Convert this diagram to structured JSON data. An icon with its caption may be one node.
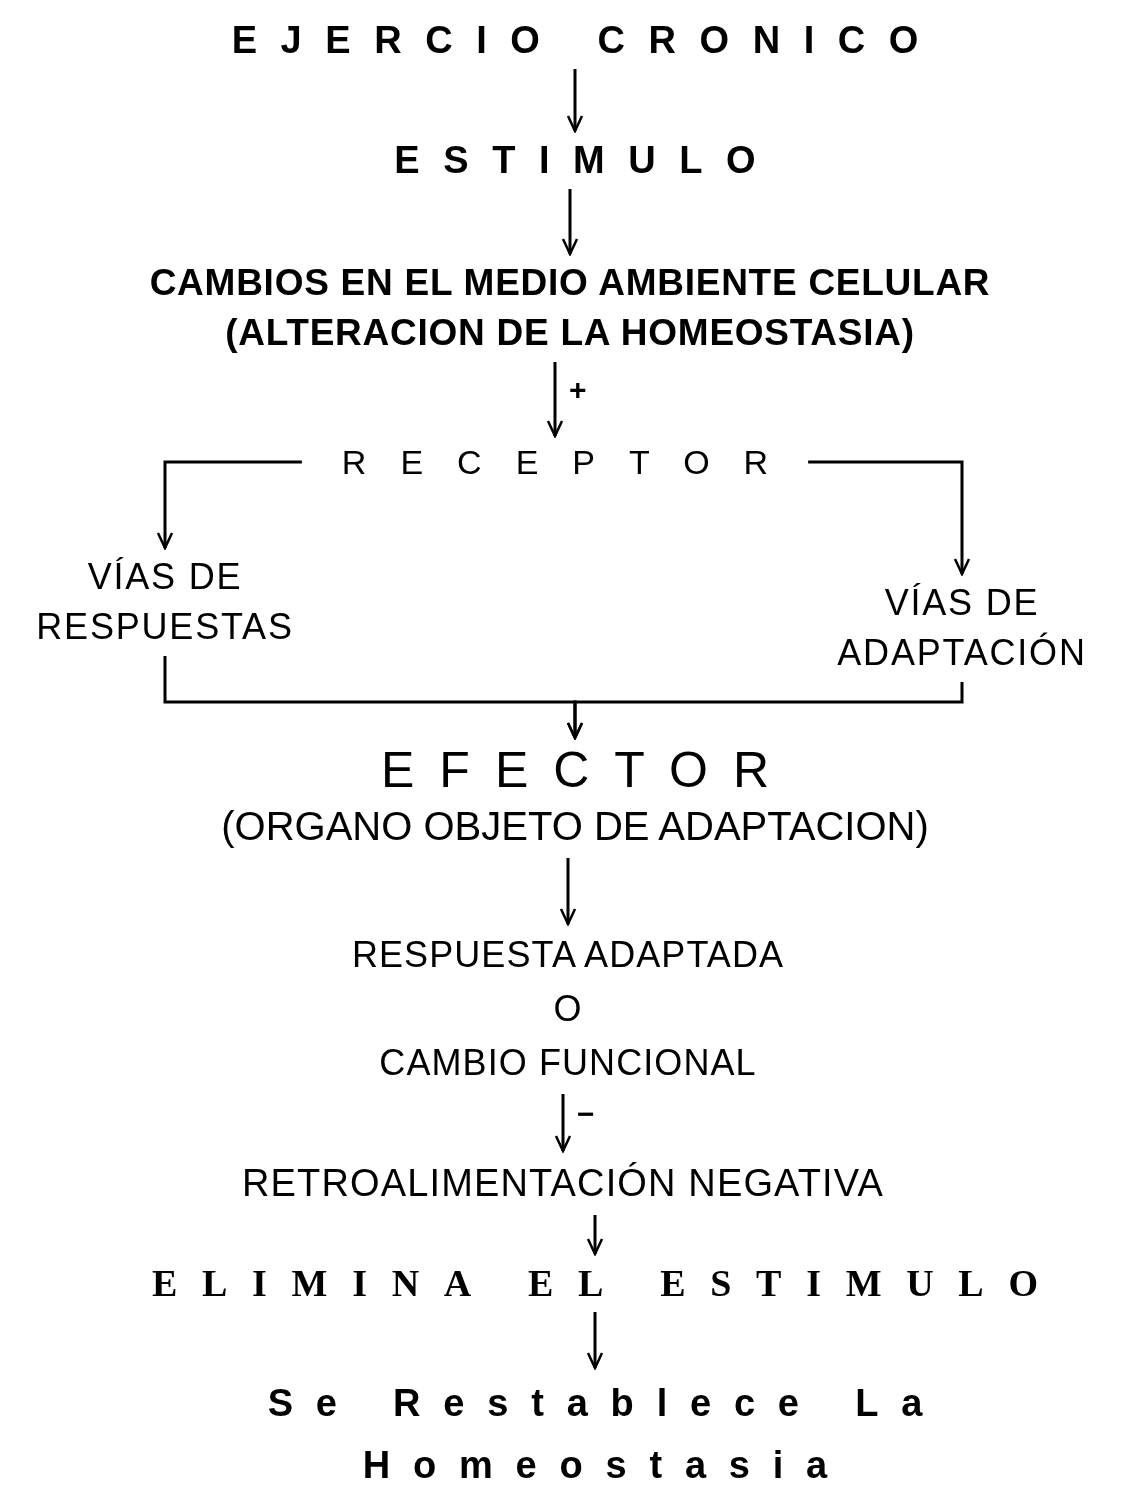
{
  "diagram": {
    "nodes": [
      {
        "text": [
          "EJERCIO CRONICO"
        ]
      },
      {
        "text": [
          "ESTIMULO"
        ]
      },
      {
        "text": [
          "CAMBIOS EN EL MEDIO AMBIENTE CELULAR",
          "(ALTERACION DE LA HOMEOSTASIA)"
        ]
      },
      {
        "text": [
          "RECEPTOR"
        ]
      },
      {
        "text": [
          "VÍAS DE RESPUESTAS"
        ]
      },
      {
        "text": [
          "VÍAS DE ADAPTACIÓN"
        ]
      },
      {
        "text": [
          "EFECTOR",
          "(ORGANO OBJETO DE ADAPTACION)"
        ]
      },
      {
        "text": [
          "RESPUESTA ADAPTADA",
          "O",
          "CAMBIO FUNCIONAL"
        ]
      },
      {
        "text": [
          "RETROALIMENTACIÓN NEGATIVA"
        ]
      },
      {
        "text": [
          "ELIMINA EL ESTIMULO"
        ]
      },
      {
        "text": [
          "Se Restablece La Homeostasia"
        ]
      }
    ],
    "edges": [
      {
        "from": 0,
        "to": 1,
        "arrow": "to"
      },
      {
        "from": 1,
        "to": 2,
        "arrow": "to"
      },
      {
        "from": 2,
        "to": 3,
        "arrow": "to",
        "label": "+"
      },
      {
        "from": 3,
        "to": 4,
        "arrow": "to"
      },
      {
        "from": 3,
        "to": 5,
        "arrow": "to"
      },
      {
        "from": 4,
        "to": 6,
        "arrow": "to"
      },
      {
        "from": 5,
        "to": 6,
        "arrow": "to"
      },
      {
        "from": 6,
        "to": 7,
        "arrow": "to"
      },
      {
        "from": 7,
        "to": 8,
        "arrow": "to",
        "label": "−"
      },
      {
        "from": 8,
        "to": 9,
        "arrow": "to"
      },
      {
        "from": 9,
        "to": 10,
        "arrow": "to"
      }
    ]
  }
}
